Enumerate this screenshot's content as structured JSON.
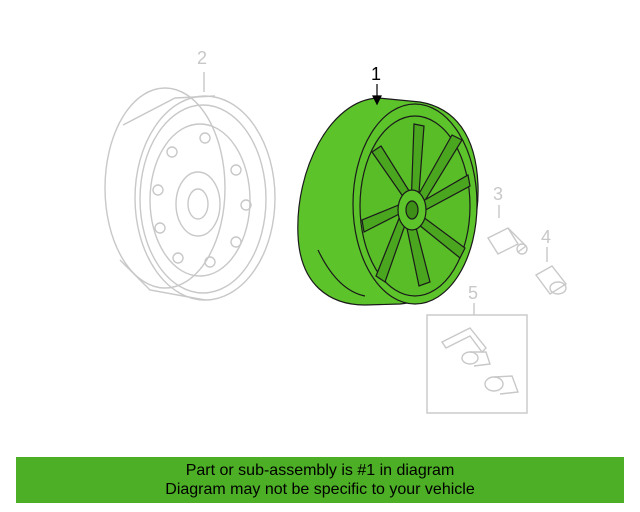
{
  "callouts": {
    "wheel_main": "1",
    "spare_wheel": "2",
    "valve_stem": "3",
    "lug_nut": "4",
    "lock_kit": "5"
  },
  "banner": {
    "line1": "Part or sub-assembly is #1 in diagram",
    "line2": "Diagram may not be specific to your vehicle"
  },
  "colors": {
    "highlight": "#5cc42a",
    "banner": "#4caf25",
    "ghost": "#c8c8c8"
  }
}
